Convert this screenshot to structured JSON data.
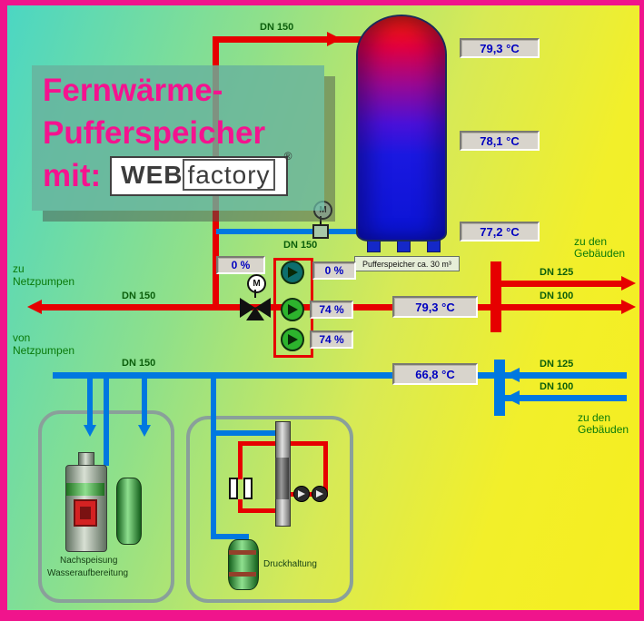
{
  "colors": {
    "frame_magenta": "#f0148c",
    "supply_red": "#e60000",
    "return_blue": "#0078e0",
    "display_text_blue": "#0000c0",
    "label_green": "#0a7a0a",
    "title_magenta": "#f5128f"
  },
  "title": {
    "line1": "Fernwärme-",
    "line2": "Pufferspeicher",
    "line3": "mit:",
    "logo_web": "WEB",
    "logo_factory": "factory",
    "registered": "®"
  },
  "tank": {
    "caption": "Pufferspeicher ca. 30 m³"
  },
  "displays": {
    "temp_top": "79,3 °C",
    "temp_mid": "78,1 °C",
    "temp_low": "77,2 °C",
    "temp_supply": "79,3 °C",
    "temp_return": "66,8 °C",
    "valve_pct": "0 %",
    "pump1_pct": "0 %",
    "pump2_pct": "74 %",
    "pump3_pct": "74 %"
  },
  "pipes": {
    "dn150_top": "DN 150",
    "dn150_charge": "DN 150",
    "dn150_supply": "DN 150",
    "dn150_return": "DN 150",
    "red_dn125": "DN 125",
    "red_dn100": "DN 100",
    "blue_dn125": "DN 125",
    "blue_dn100": "DN 100"
  },
  "labels": {
    "zu_netzpumpen_1": "zu",
    "zu_netzpumpen_2": "Netzpumpen",
    "von_netzpumpen_1": "von",
    "von_netzpumpen_2": "Netzpumpen",
    "gebaeude_top_1": "zu den",
    "gebaeude_top_2": "Gebäuden",
    "gebaeude_bottom_1": "zu den",
    "gebaeude_bottom_2": "Gebäuden",
    "nachspeisung_1": "Nachspeisung",
    "nachspeisung_2": "Wasseraufbereitung",
    "druckhaltung": "Druckhaltung"
  },
  "valves": {
    "motor_label": "M"
  }
}
